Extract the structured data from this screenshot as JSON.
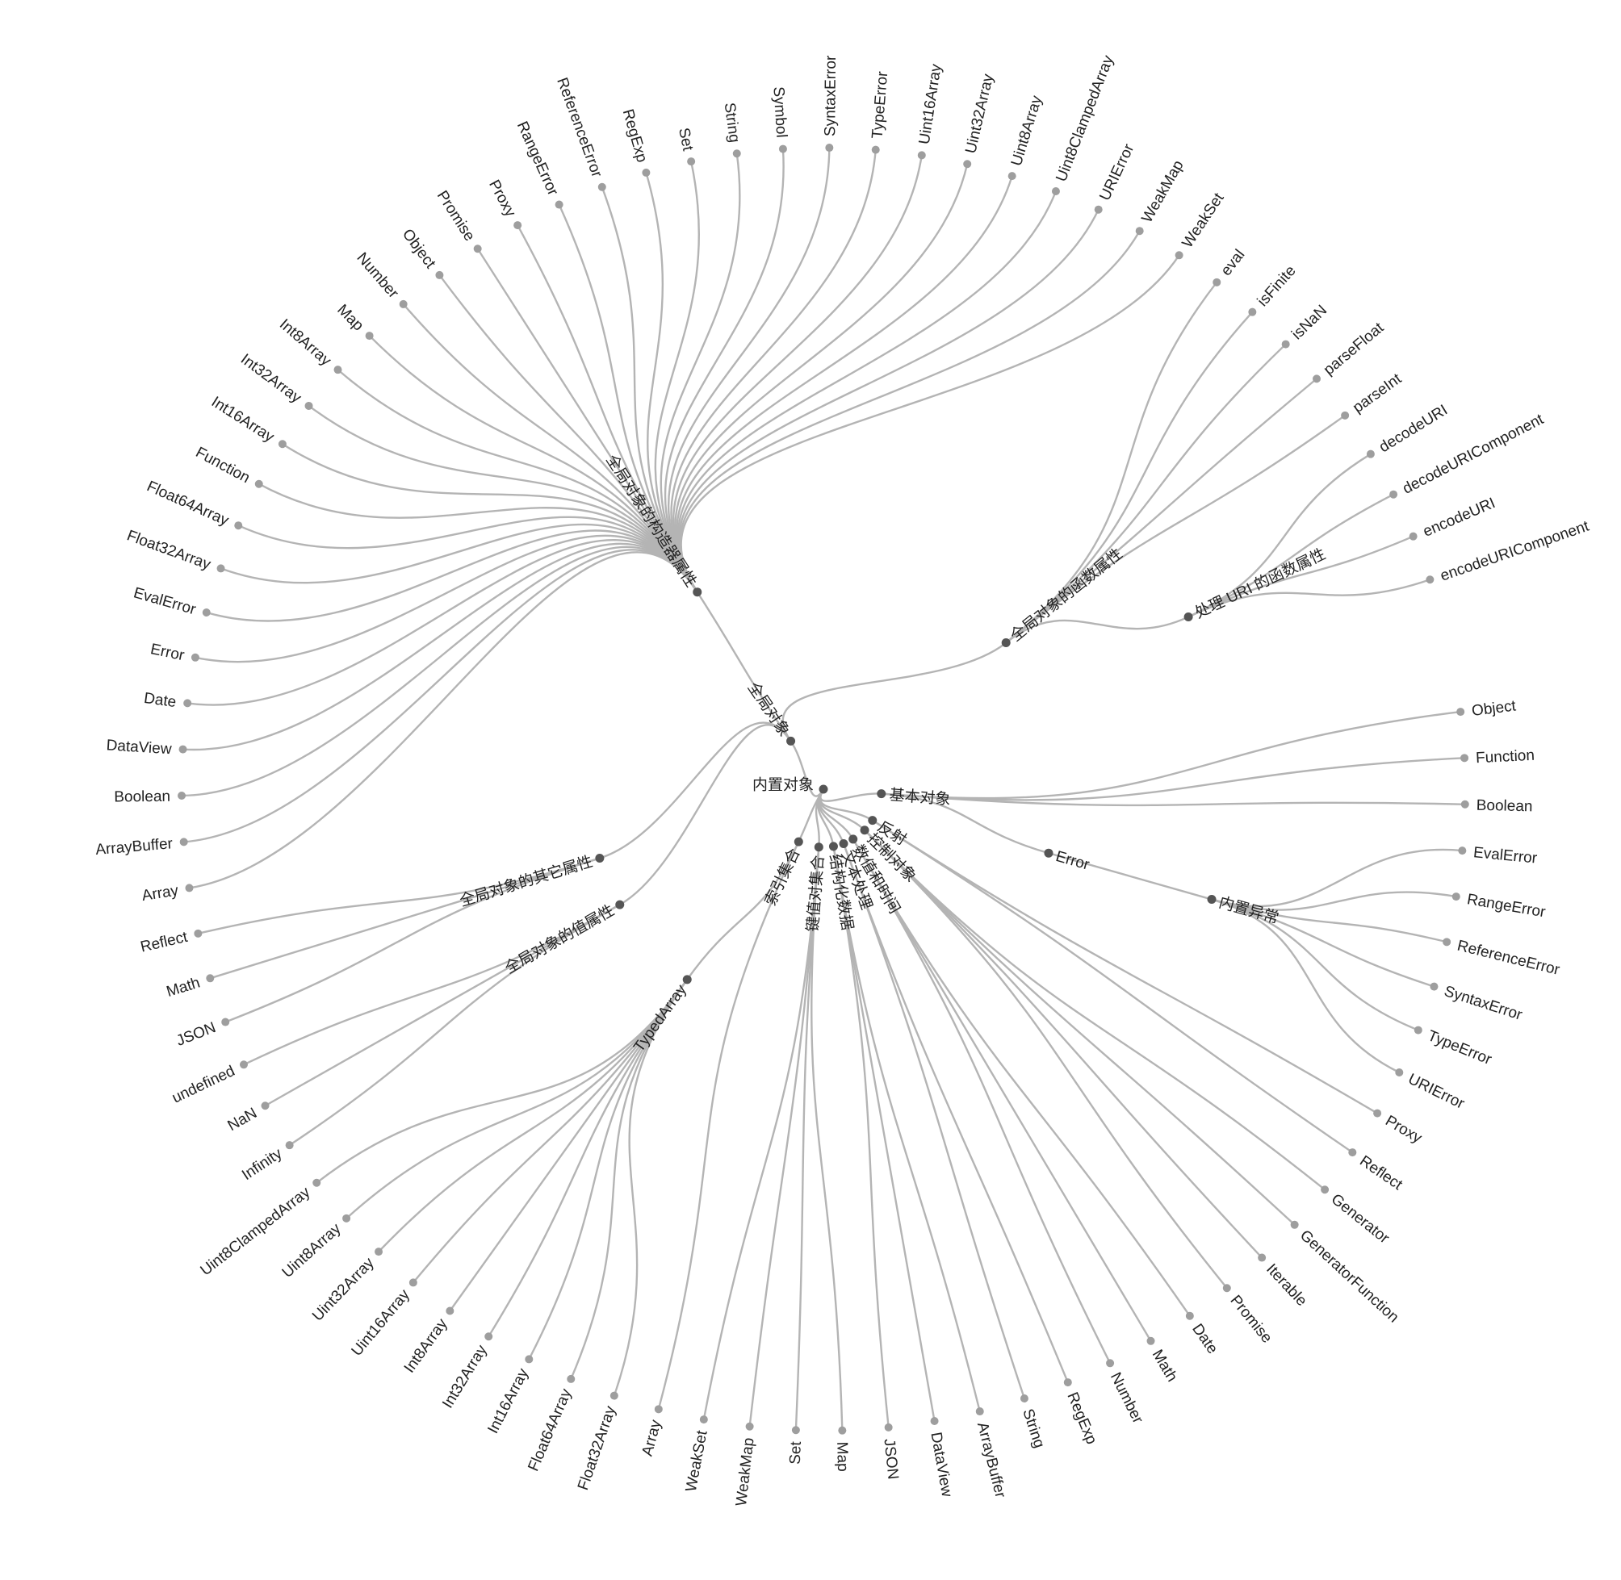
{
  "colors": {
    "link": "#b4b4b4",
    "leaf_node": "#9e9e9e",
    "inner_node": "#555555",
    "text": "#222222",
    "background": "#ffffff"
  },
  "tree": {
    "name": "内置对象",
    "children": [
      {
        "name": "基本对象",
        "children": [
          {
            "name": "Object"
          },
          {
            "name": "Function"
          },
          {
            "name": "Boolean"
          },
          {
            "name": "Error",
            "children": [
              {
                "name": "内置异常",
                "children": [
                  {
                    "name": "EvalError"
                  },
                  {
                    "name": "RangeError"
                  },
                  {
                    "name": "ReferenceError"
                  },
                  {
                    "name": "SyntaxError"
                  },
                  {
                    "name": "TypeError"
                  },
                  {
                    "name": "URIError"
                  }
                ]
              }
            ]
          }
        ]
      },
      {
        "name": "反射",
        "children": [
          {
            "name": "Proxy"
          },
          {
            "name": "Reflect"
          }
        ]
      },
      {
        "name": "控制对象",
        "children": [
          {
            "name": "Generator"
          },
          {
            "name": "GeneratorFunction"
          },
          {
            "name": "Iterable"
          },
          {
            "name": "Promise"
          }
        ]
      },
      {
        "name": "数值和时间",
        "children": [
          {
            "name": "Date"
          },
          {
            "name": "Math"
          },
          {
            "name": "Number"
          }
        ]
      },
      {
        "name": "文本处理",
        "children": [
          {
            "name": "RegExp"
          },
          {
            "name": "String"
          }
        ]
      },
      {
        "name": "结构化数据",
        "children": [
          {
            "name": "ArrayBuffer"
          },
          {
            "name": "DataView"
          },
          {
            "name": "JSON"
          }
        ]
      },
      {
        "name": "键值对集合",
        "children": [
          {
            "name": "Map"
          },
          {
            "name": "Set"
          },
          {
            "name": "WeakMap"
          },
          {
            "name": "WeakSet"
          }
        ]
      },
      {
        "name": "索引集合",
        "children": [
          {
            "name": "Array"
          },
          {
            "name": "TypedArray",
            "children": [
              {
                "name": "Float32Array"
              },
              {
                "name": "Float64Array"
              },
              {
                "name": "Int16Array"
              },
              {
                "name": "Int32Array"
              },
              {
                "name": "Int8Array"
              },
              {
                "name": "Uint16Array"
              },
              {
                "name": "Uint32Array"
              },
              {
                "name": "Uint8Array"
              },
              {
                "name": "Uint8ClampedArray"
              }
            ]
          }
        ]
      },
      {
        "name": "全局对象",
        "children": [
          {
            "name": "全局对象的值属性",
            "children": [
              {
                "name": "Infinity"
              },
              {
                "name": "NaN"
              },
              {
                "name": "undefined"
              }
            ]
          },
          {
            "name": "全局对象的其它属性",
            "children": [
              {
                "name": "JSON"
              },
              {
                "name": "Math"
              },
              {
                "name": "Reflect"
              }
            ]
          },
          {
            "name": "全局对象的构造器属性",
            "children": [
              {
                "name": "Array"
              },
              {
                "name": "ArrayBuffer"
              },
              {
                "name": "Boolean"
              },
              {
                "name": "DataView"
              },
              {
                "name": "Date"
              },
              {
                "name": "Error"
              },
              {
                "name": "EvalError"
              },
              {
                "name": "Float32Array"
              },
              {
                "name": "Float64Array"
              },
              {
                "name": "Function"
              },
              {
                "name": "Int16Array"
              },
              {
                "name": "Int32Array"
              },
              {
                "name": "Int8Array"
              },
              {
                "name": "Map"
              },
              {
                "name": "Number"
              },
              {
                "name": "Object"
              },
              {
                "name": "Promise"
              },
              {
                "name": "Proxy"
              },
              {
                "name": "RangeError"
              },
              {
                "name": "ReferenceError"
              },
              {
                "name": "RegExp"
              },
              {
                "name": "Set"
              },
              {
                "name": "String"
              },
              {
                "name": "Symbol"
              },
              {
                "name": "SyntaxError"
              },
              {
                "name": "TypeError"
              },
              {
                "name": "Uint16Array"
              },
              {
                "name": "Uint32Array"
              },
              {
                "name": "Uint8Array"
              },
              {
                "name": "Uint8ClampedArray"
              },
              {
                "name": "URIError"
              },
              {
                "name": "WeakMap"
              },
              {
                "name": "WeakSet"
              }
            ]
          },
          {
            "name": "全局对象的函数属性",
            "children": [
              {
                "name": "eval"
              },
              {
                "name": "isFinite"
              },
              {
                "name": "isNaN"
              },
              {
                "name": "parseFloat"
              },
              {
                "name": "parseInt"
              },
              {
                "name": "处理 URI 的函数属性",
                "children": [
                  {
                    "name": "decodeURI"
                  },
                  {
                    "name": "decodeURIComponent"
                  },
                  {
                    "name": "encodeURI"
                  },
                  {
                    "name": "encodeURIComponent"
                  }
                ]
              }
            ]
          }
        ]
      }
    ]
  }
}
